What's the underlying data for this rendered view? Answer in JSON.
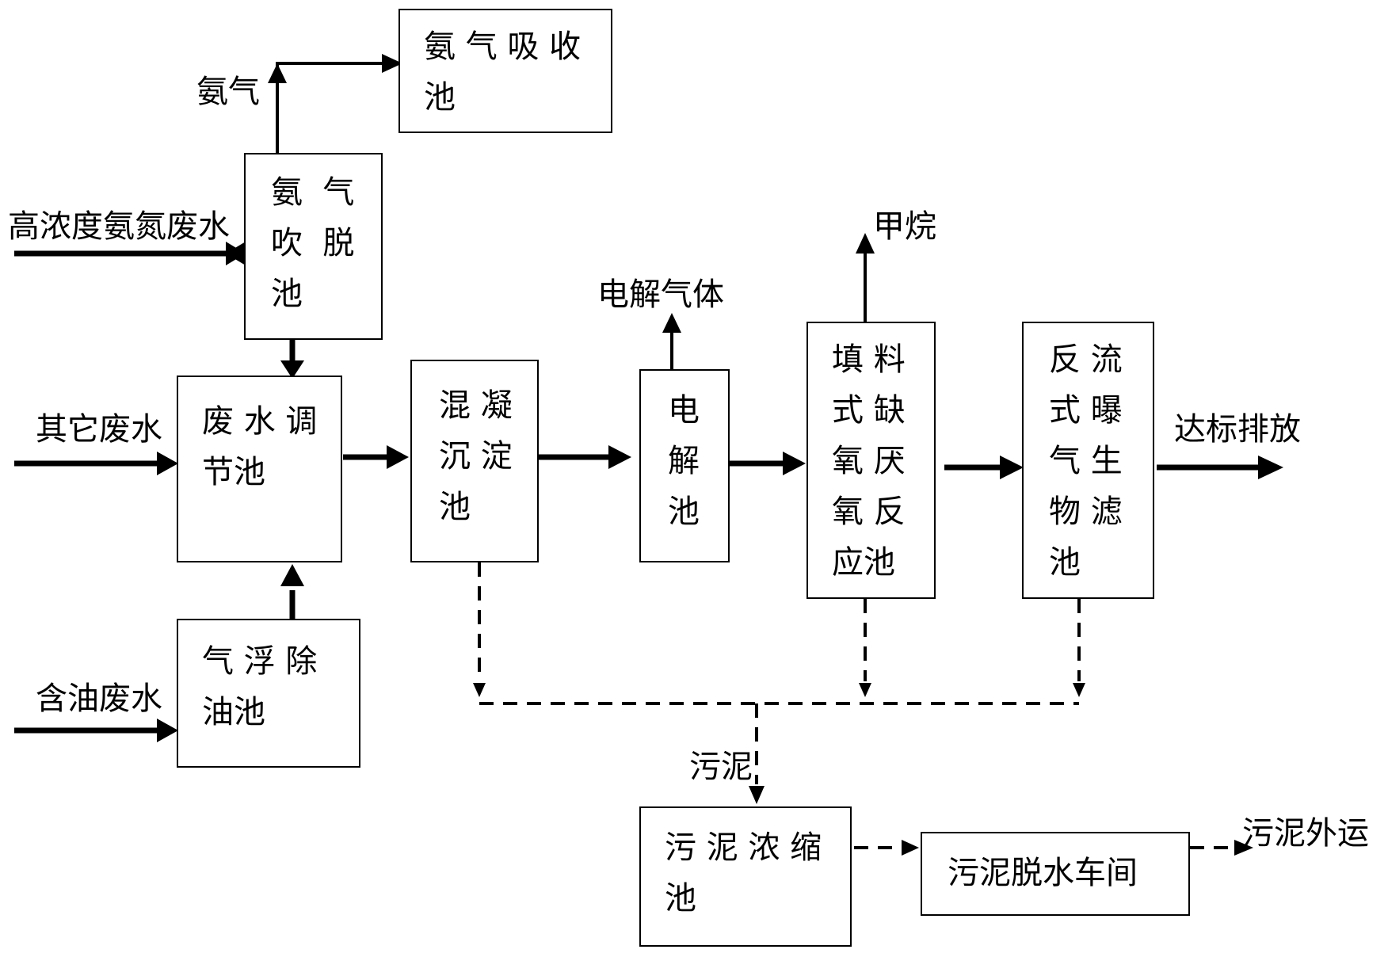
{
  "boxes": {
    "ammonia_absorb": "氨 气 吸 收\n池",
    "ammonia_strip": "氨  气\n吹  脱\n池",
    "regulating": "废 水 调\n节池",
    "flotation": "气 浮 除\n油池",
    "coagulation": "混 凝\n沉 淀\n池",
    "electrolysis": "电\n解\n池",
    "anoxic_anaerobic": "填 料\n式 缺\n氧 厌\n氧 反\n应池",
    "aerated_filter": "反 流\n式 曝\n气 生\n物 滤\n池",
    "sludge_thickening": "污 泥 浓 缩\n池",
    "sludge_dewatering": "污泥脱水车间"
  },
  "labels": {
    "ammonia_gas": "氨气",
    "high_ammonia_wastewater": "高浓度氨氮废水",
    "other_wastewater": "其它废水",
    "oily_wastewater": "含油废水",
    "electrolysis_gas": "电解气体",
    "methane": "甲烷",
    "discharge": "达标排放",
    "sludge": "污泥",
    "sludge_export": "污泥外运"
  }
}
